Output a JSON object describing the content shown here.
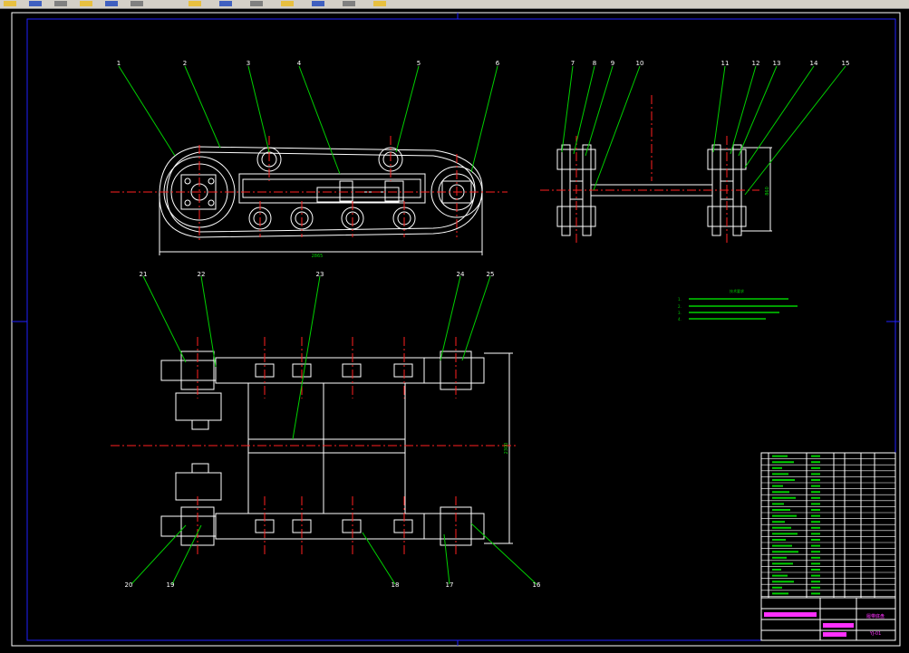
{
  "colors": {
    "background": "#000000",
    "drawing": "#ffffff",
    "leader": "#00d000",
    "centerline": "#ff2020",
    "frame": "#2020ff",
    "titleblock_magenta": "#ff30ff",
    "toolbar": "#d4d0c8"
  },
  "toolbar": {
    "icons": [
      "open-icon",
      "save-icon",
      "print-icon",
      "cut-icon",
      "copy-icon",
      "paste-icon",
      "undo-icon",
      "redo-icon",
      "pan-icon",
      "zoom-icon",
      "properties-icon",
      "layer-icon",
      "help-icon"
    ]
  },
  "balloons": {
    "top_left": [
      "1",
      "2",
      "3",
      "4",
      "5",
      "6"
    ],
    "top_right": [
      "7",
      "8",
      "9",
      "10",
      "11",
      "12",
      "13",
      "14",
      "15"
    ],
    "plan_top": [
      "21",
      "22",
      "23",
      "24",
      "25"
    ],
    "plan_bottom": [
      "20",
      "19",
      "18",
      "17",
      "16"
    ]
  },
  "notes": {
    "title": "技术要求",
    "lines": [
      "1.",
      "2.",
      "3.",
      "4."
    ]
  },
  "dimensions": {
    "side_length": "2865",
    "end_height": "860",
    "plan_width": "2300"
  },
  "title_block": {
    "drawing_name": "履带底盘",
    "drawing_no": "YJ-01"
  }
}
